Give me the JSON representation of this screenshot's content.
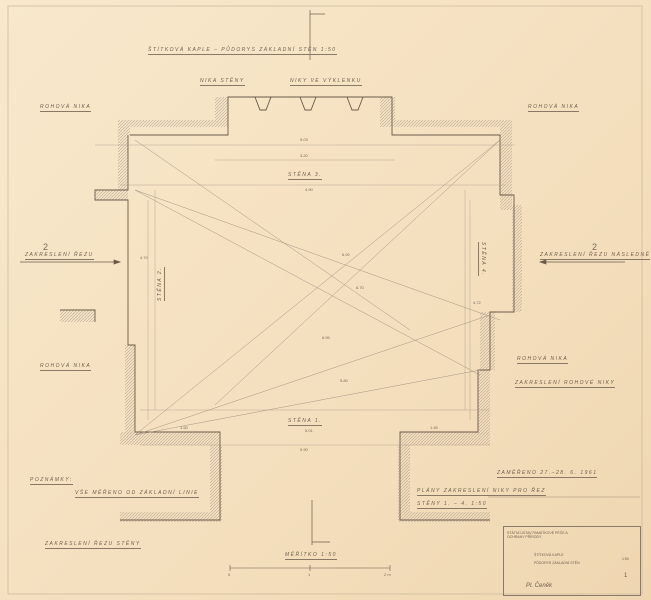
{
  "drawing": {
    "title": "ŠTÍTKOVÁ KAPLE – PŮDORYS ZÁKLADNÍ STĚN 1:50",
    "labels": {
      "niche_top_left": "NIKA STĚNY",
      "niche_top": "NIKY VE VÝKLENKU",
      "corner_tl": "ROHOVÁ NIKA",
      "corner_tr": "ROHOVÁ NIKA",
      "wall1": "STĚNA 1.",
      "wall2": "STĚNA 2.",
      "wall3": "STĚNA 3.",
      "wall4": "STĚNA 4.",
      "section_left": "2",
      "section_right": "2",
      "left_note": "ZAKRESLENÍ ŘEZU",
      "right_note": "ZAKRESLENÍ ŘEZU NÁSLEDNĚ",
      "corner_right_mid": "ROHOVÁ NIKA",
      "corner_left_mid": "ROHOVÁ NIKA",
      "right_note2": "ZAKRESLENÍ ROHOVÉ NIKY",
      "notes_heading": "POZNÁMKY:",
      "notes_text": "VŠE MĚŘENO OD ZÁKLADNÍ LINIE",
      "bottom_left_note": "ZAKRESLENÍ ŘEZU STĚNY",
      "date_line": "ZAMĚŘENO 27.–28. 6. 1961",
      "plan_note_1": "PLÁNY ZAKRESLENÍ NIKY PRO ŘEZ",
      "plan_note_2": "STĚNY 1. – 4. 1:50",
      "scale": "MĚŘÍTKO 1:50"
    },
    "dimensions": {
      "top_overall": "5.03",
      "top_inner": "3.20",
      "wall3_len": "4.90",
      "wall1_len": "5.01",
      "wall1_outer": "5.90",
      "wall2_len": "4.70",
      "wall4_len": "4.72",
      "diag_a": "6.92",
      "diag_b": "6.70",
      "diag_c": "6.95",
      "diag_d": "5.80",
      "seg_left": "1.50",
      "seg_right": "1.45"
    },
    "scale_bar": {
      "start": "0",
      "mid": "1",
      "end": "2 m"
    },
    "title_block": {
      "institution": "STÁTNÍ ÚSTAV PAMÁTKOVÉ PÉČE A OCHRANY PŘÍRODY",
      "project": "ŠTÍTKOVÁ KAPLE",
      "subject": "PŮDORYS ZÁKLADNÍ STĚN",
      "scale": "1:50",
      "sheet_no": "1",
      "signature": "Pl. Čeněk"
    }
  }
}
